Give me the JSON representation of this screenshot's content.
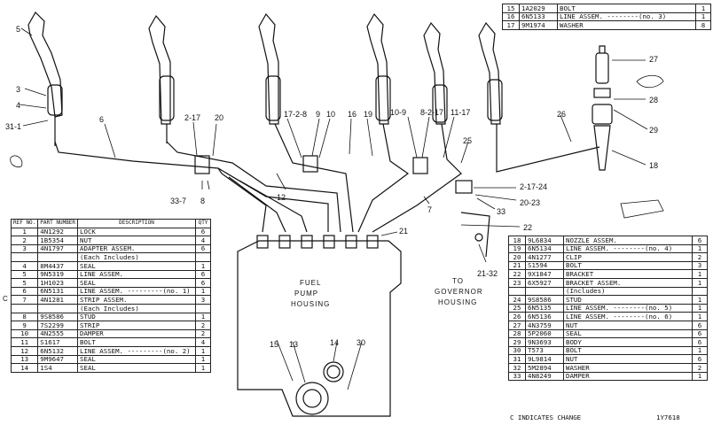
{
  "callouts": {
    "c5": "5",
    "c3": "3",
    "c4": "4",
    "c31_1": "31-1",
    "c6": "6",
    "c2_17a": "2-17",
    "c20a": "20",
    "c17_2_8": "17-2-8",
    "c9": "9",
    "c10a": "10",
    "c16": "16",
    "c19": "19",
    "c10_9": "10-9",
    "c8_2_17": "8-2-17",
    "c11_17": "11-17",
    "c25": "25",
    "c26": "26",
    "c27": "27",
    "c28": "28",
    "c29": "29",
    "c18": "18",
    "c12": "12",
    "c33_7": "33-7",
    "c8": "8",
    "c7": "7",
    "c2_17_24": "2-17-24",
    "c20_23": "20-23",
    "c33": "33",
    "c22": "22",
    "c21": "21",
    "c21_32": "21-32",
    "c15": "15",
    "c13": "13",
    "c14": "14",
    "c30": "30"
  },
  "labels": {
    "fuel_pump": [
      "FUEL",
      "PUMP",
      "HOUSING"
    ],
    "governor": [
      "TO",
      "GOVERNOR",
      "HOUSING"
    ]
  },
  "table_left": {
    "headers": [
      "REF NO.",
      "PART NUMBER",
      "DESCRIPTION",
      "QTY"
    ],
    "rows": [
      {
        "ref": "1",
        "pn": "4N1292",
        "desc": "LOCK",
        "qty": "6"
      },
      {
        "ref": "2",
        "pn": "1B5354",
        "desc": "NUT",
        "qty": "4"
      },
      {
        "ref": "3",
        "pn": "4N1797",
        "desc": "ADAPTER ASSEM.",
        "qty": "6"
      },
      {
        "ref": "",
        "pn": "",
        "desc": "(Each Includes)",
        "qty": ""
      },
      {
        "ref": "4",
        "pn": "8M4437",
        "desc": "SEAL",
        "qty": "1"
      },
      {
        "ref": "5",
        "pn": "9N5319",
        "desc": "LINE ASSEM.",
        "qty": "6"
      },
      {
        "ref": "5",
        "pn": "1H1023",
        "desc": "SEAL",
        "qty": "6"
      },
      {
        "ref": "6",
        "pn": "6N5131",
        "desc": "LINE ASSEM. ---------(no. 1)",
        "qty": "1"
      },
      {
        "ref": "7",
        "pn": "4N1281",
        "desc": "STRIP ASSEM.",
        "qty": "3"
      },
      {
        "ref": "",
        "pn": "",
        "desc": "(Each Includes)",
        "qty": ""
      },
      {
        "ref": "8",
        "pn": "9S8586",
        "desc": "STUD",
        "qty": "1"
      },
      {
        "ref": "9",
        "pn": "7S2299",
        "desc": "STRIP",
        "qty": "2"
      },
      {
        "ref": "10",
        "pn": "4N2555",
        "desc": "DAMPER",
        "qty": "2"
      },
      {
        "ref": "11",
        "pn": "S1617",
        "desc": "BOLT",
        "qty": "4"
      },
      {
        "ref": "12",
        "pn": "6N5132",
        "desc": "LINE ASSEM. ---------(no. 2)",
        "qty": "1"
      },
      {
        "ref": "13",
        "pn": "9M9647",
        "desc": "SEAL",
        "qty": "1"
      },
      {
        "ref": "14",
        "pn": "1S4",
        "desc": "SEAL",
        "qty": "1"
      }
    ]
  },
  "table_top": {
    "rows": [
      {
        "ref": "15",
        "pn": "1A2029",
        "desc": "BOLT",
        "qty": "1"
      },
      {
        "ref": "16",
        "pn": "6N5133",
        "desc": "LINE ASSEM. --------(no. 3)",
        "qty": "1"
      },
      {
        "ref": "17",
        "pn": "9M1974",
        "desc": "WASHER",
        "qty": "8"
      }
    ]
  },
  "table_right": {
    "rows": [
      {
        "ref": "18",
        "pn": "9L6834",
        "desc": "NOZZLE ASSEM.",
        "qty": "6"
      },
      {
        "ref": "19",
        "pn": "6N5134",
        "desc": "LINE ASSEM. --------(no. 4)",
        "qty": "1"
      },
      {
        "ref": "20",
        "pn": "4N1277",
        "desc": "CLIP",
        "qty": "2"
      },
      {
        "ref": "21",
        "pn": "S1594",
        "desc": "BOLT",
        "qty": "3"
      },
      {
        "ref": "22",
        "pn": "9X1847",
        "desc": "BRACKET",
        "qty": "1"
      },
      {
        "ref": "23",
        "pn": "6X5927",
        "desc": "BRACKET ASSEM.",
        "qty": "1"
      },
      {
        "ref": "",
        "pn": "",
        "desc": "(Includes)",
        "qty": ""
      },
      {
        "ref": "24",
        "pn": "9S8586",
        "desc": "STUD",
        "qty": "1"
      },
      {
        "ref": "25",
        "pn": "6N5135",
        "desc": "LINE ASSEM. --------(no. 5)",
        "qty": "1"
      },
      {
        "ref": "26",
        "pn": "6N5136",
        "desc": "LINE ASSEM. --------(no. 6)",
        "qty": "1"
      },
      {
        "ref": "27",
        "pn": "4N3759",
        "desc": "NUT",
        "qty": "6"
      },
      {
        "ref": "28",
        "pn": "5P2060",
        "desc": "SEAL",
        "qty": "6"
      },
      {
        "ref": "29",
        "pn": "9N3693",
        "desc": "BODY",
        "qty": "6"
      },
      {
        "ref": "30",
        "pn": "T573",
        "desc": "BOLT",
        "qty": "1"
      },
      {
        "ref": "31",
        "pn": "9L9814",
        "desc": "NUT",
        "qty": "6"
      },
      {
        "ref": "32",
        "pn": "5M2894",
        "desc": "WASHER",
        "qty": "2"
      },
      {
        "ref": "33",
        "pn": "4N8249",
        "desc": "DAMPER",
        "qty": "1"
      }
    ]
  },
  "change_note": "C INDICATES CHANGE",
  "c_mark": "C",
  "figure_id": "1Y7618"
}
